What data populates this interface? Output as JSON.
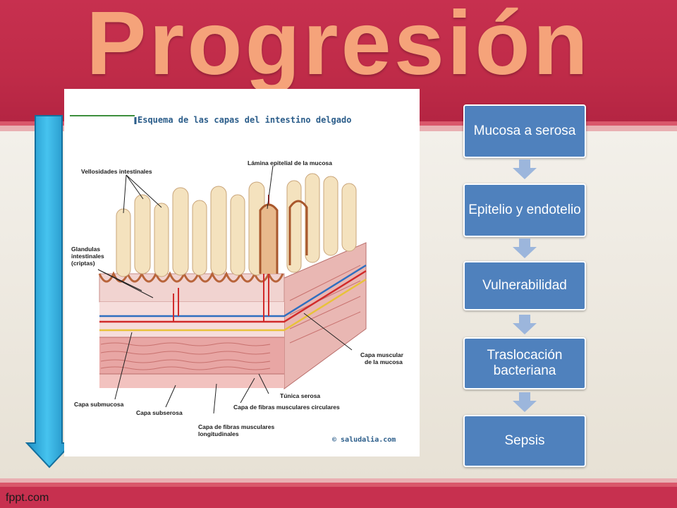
{
  "slide": {
    "title": "Progresión",
    "footer_brand": "fppt.com"
  },
  "figure": {
    "title": "Esquema de las capas del intestino delgado",
    "credit": "© saludalia.com",
    "labels": {
      "villi": "Vellosidades intestinales",
      "epithelial": "Lámina epitelial de la mucosa",
      "glands_1": "Glandulas",
      "glands_2": "intestinales",
      "glands_3": "(criptas)",
      "muscularis_1": "Capa muscular",
      "muscularis_2": "de la mucosa",
      "submucosa": "Capa submucosa",
      "subserosa": "Capa subserosa",
      "serosa": "Túnica serosa",
      "circular": "Capa de fibras musculares circulares",
      "longitudinal_1": "Capa de fibras musculares",
      "longitudinal_2": "longitudinales"
    }
  },
  "flow": {
    "steps": [
      "Mucosa a serosa",
      "Epitelio y endotelio",
      "Vulnerabilidad",
      "Traslocación bacteriana",
      "Sepsis"
    ]
  },
  "colors": {
    "header": "#c7304f",
    "title": "#f5a37a",
    "step_fill": "#4f81bd",
    "connector": "#9cb6dc",
    "arrow": "#2aa9dc"
  }
}
